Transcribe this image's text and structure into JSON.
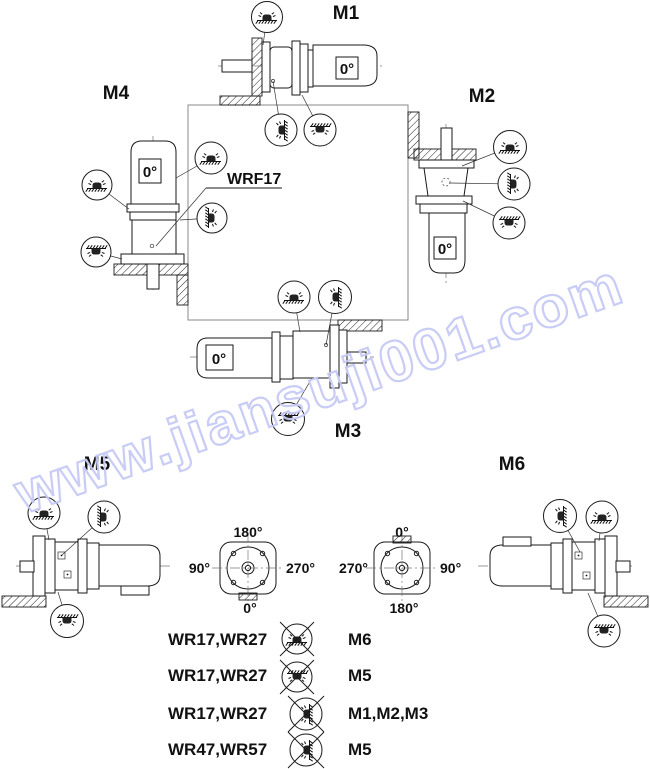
{
  "watermark": {
    "text": "www.jiansuji001.com",
    "color": "#c7cbf6"
  },
  "mounting_positions": {
    "m1": {
      "label": "M1",
      "terminal_badge": "0°"
    },
    "m2": {
      "label": "M2",
      "terminal_badge": "0°"
    },
    "m3": {
      "label": "M3",
      "terminal_badge": "0°"
    },
    "m4": {
      "label": "M4",
      "terminal_badge": "0°"
    },
    "m5": {
      "label": "M5"
    },
    "m6": {
      "label": "M6"
    }
  },
  "callout": {
    "label": "WRF17"
  },
  "terminal_box_dials": {
    "left": {
      "top": "180°",
      "left": "90°",
      "right": "270°",
      "bottom": "0°",
      "tab_position": "bottom"
    },
    "right": {
      "top": "0°",
      "left": "270°",
      "right": "90°",
      "bottom": "180°",
      "tab_position": "top"
    }
  },
  "restriction_table": {
    "rows": [
      {
        "models": "WR17,WR27",
        "icon": "no-floor-mount-icon",
        "positions": "M6"
      },
      {
        "models": "WR17,WR27",
        "icon": "no-ceiling-mount-icon",
        "positions": "M5"
      },
      {
        "models": "WR17,WR27",
        "icon": "no-wall-mount-icon",
        "positions": "M1,M2,M3"
      },
      {
        "models": "WR47,WR57",
        "icon": "no-wall-mount-icon",
        "positions": "M5"
      }
    ]
  },
  "mount_icon_names": {
    "floor": "floor-mount-icon",
    "ceiling": "ceiling-mount-icon",
    "wall": "wall-mount-icon"
  }
}
